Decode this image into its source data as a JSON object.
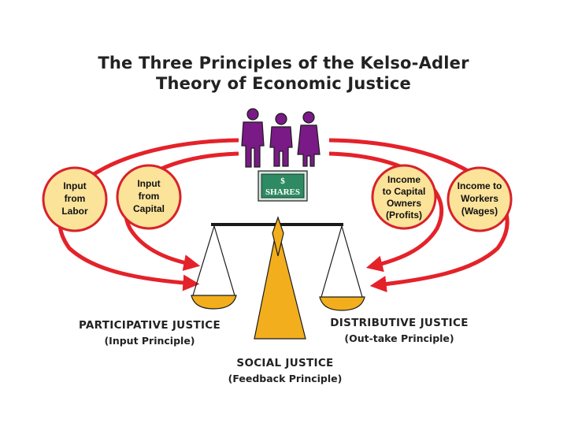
{
  "title": {
    "line1": "The Three Principles of the Kelso-Adler",
    "line2": "Theory of Economic Justice"
  },
  "circles": [
    {
      "lines": [
        "Input",
        "from",
        "Labor"
      ]
    },
    {
      "lines": [
        "Input",
        "from",
        "Capital"
      ]
    },
    {
      "lines": [
        "Income",
        "to Capital",
        "Owners",
        "(Profits)"
      ]
    },
    {
      "lines": [
        "Income to",
        "Workers",
        "(Wages)"
      ]
    }
  ],
  "shares": {
    "symbol": "$",
    "label": "SHARES"
  },
  "principles": {
    "participative": {
      "name": "PARTICIPATIVE JUSTICE",
      "sub": "(Input Principle)"
    },
    "distributive": {
      "name": "DISTRIBUTIVE JUSTICE",
      "sub": "(Out-take Principle)"
    },
    "social": {
      "name": "SOCIAL JUSTICE",
      "sub": "(Feedback Principle)"
    }
  },
  "colors": {
    "arrow": "#e4222a",
    "figures": "#7a1a86",
    "circle_fill": "#fbe39a",
    "circle_stroke": "#d8222a",
    "scale_gold": "#f2ae1c",
    "shares_green": "#2e8a63"
  },
  "icons": [
    "people-icon",
    "shares-certificate-icon",
    "balance-scale-icon"
  ]
}
